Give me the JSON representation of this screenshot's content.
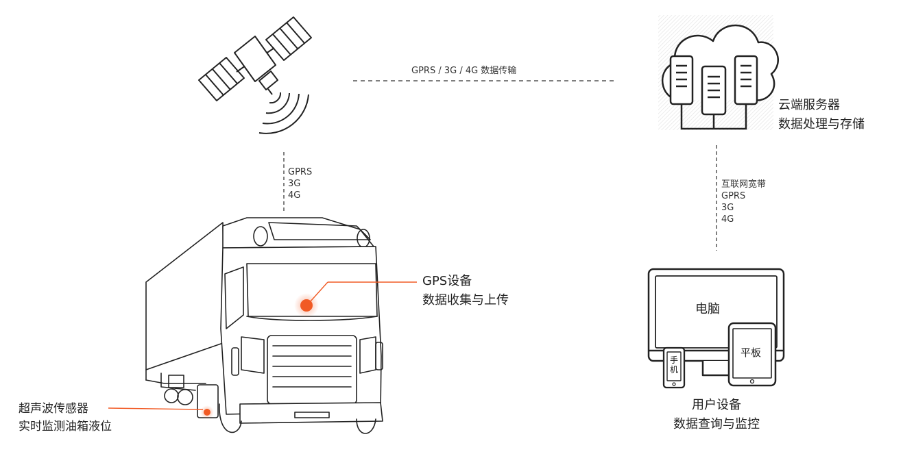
{
  "links": {
    "satellite_to_cloud": "GPRS / 3G / 4G  数据传输",
    "truck_to_satellite": [
      "GPRS",
      "3G",
      "4G"
    ],
    "cloud_to_devices": [
      "互联网宽带",
      "GPRS",
      "3G",
      "4G"
    ]
  },
  "cloud": {
    "title": "云端服务器",
    "subtitle": "数据处理与存储"
  },
  "gps_device": {
    "title": "GPS设备",
    "subtitle": "数据收集与上传"
  },
  "sensor": {
    "title": "超声波传感器",
    "subtitle": "实时监测油箱液位"
  },
  "user_devices": {
    "computer_label": "电脑",
    "tablet_label": "平板",
    "phone_label": "手机",
    "title": "用户设备",
    "subtitle": "数据查询与监控"
  },
  "colors": {
    "accent": "#f15a24",
    "line": "#222222",
    "dashed": "#555555"
  }
}
